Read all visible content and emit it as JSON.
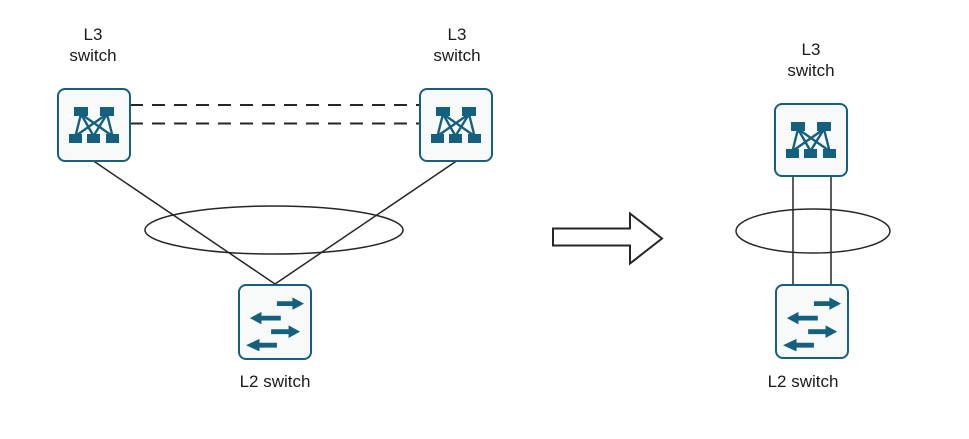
{
  "labels": {
    "before_l3_left": "L3\nswitch",
    "before_l3_right": "L3\nswitch",
    "before_l2": "L2 switch",
    "after_l3": "L3\nswitch",
    "after_l2": "L2 switch"
  },
  "icons": {
    "l3_switch": "l3-switch-icon",
    "l2_switch": "l2-switch-icon",
    "transform_arrow": "arrow-right-icon",
    "aggregation": "link-aggregation-ellipse"
  },
  "colors": {
    "switch_teal": "#15607E",
    "line_dark": "#262626",
    "box_fill": "#F8F9F9",
    "text_dark": "#1A1A1A"
  }
}
